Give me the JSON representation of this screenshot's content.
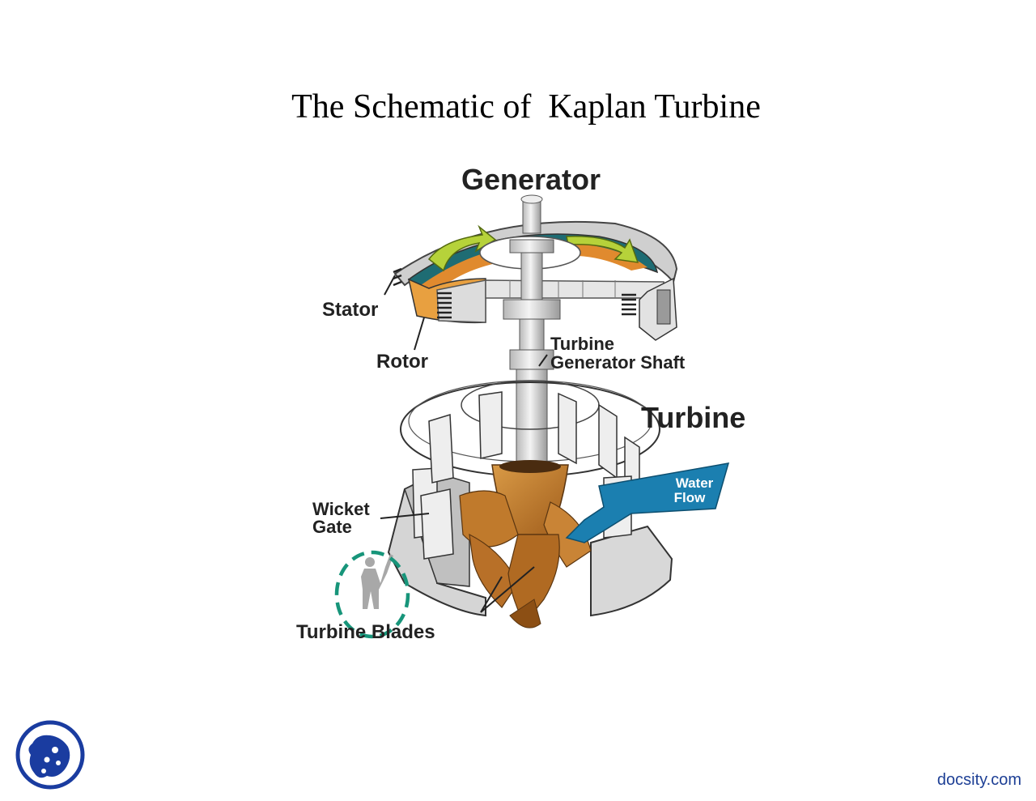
{
  "title": "The Schematic of  Kaplan Turbine",
  "labels": {
    "generator": "Generator",
    "stator": "Stator",
    "rotor": "Rotor",
    "shaft_line1": "Turbine",
    "shaft_line2": "Generator Shaft",
    "turbine": "Turbine",
    "water_line1": "Water",
    "water_line2": "Flow",
    "wicket_line1": "Wicket",
    "wicket_line2": "Gate",
    "blades": "Turbine Blades"
  },
  "footer": {
    "brand": "docsity.com"
  },
  "colors": {
    "water_blue": "#1b7fb0",
    "blade_bronze": "#c07a2c",
    "rotor_orange": "#e08a2e",
    "arrow_green": "#b6d23a",
    "dash_circle": "#17957a",
    "logo_blue": "#1a3ca0"
  },
  "icons": [
    "docsity-logo-icon",
    "human-figure-icon"
  ]
}
